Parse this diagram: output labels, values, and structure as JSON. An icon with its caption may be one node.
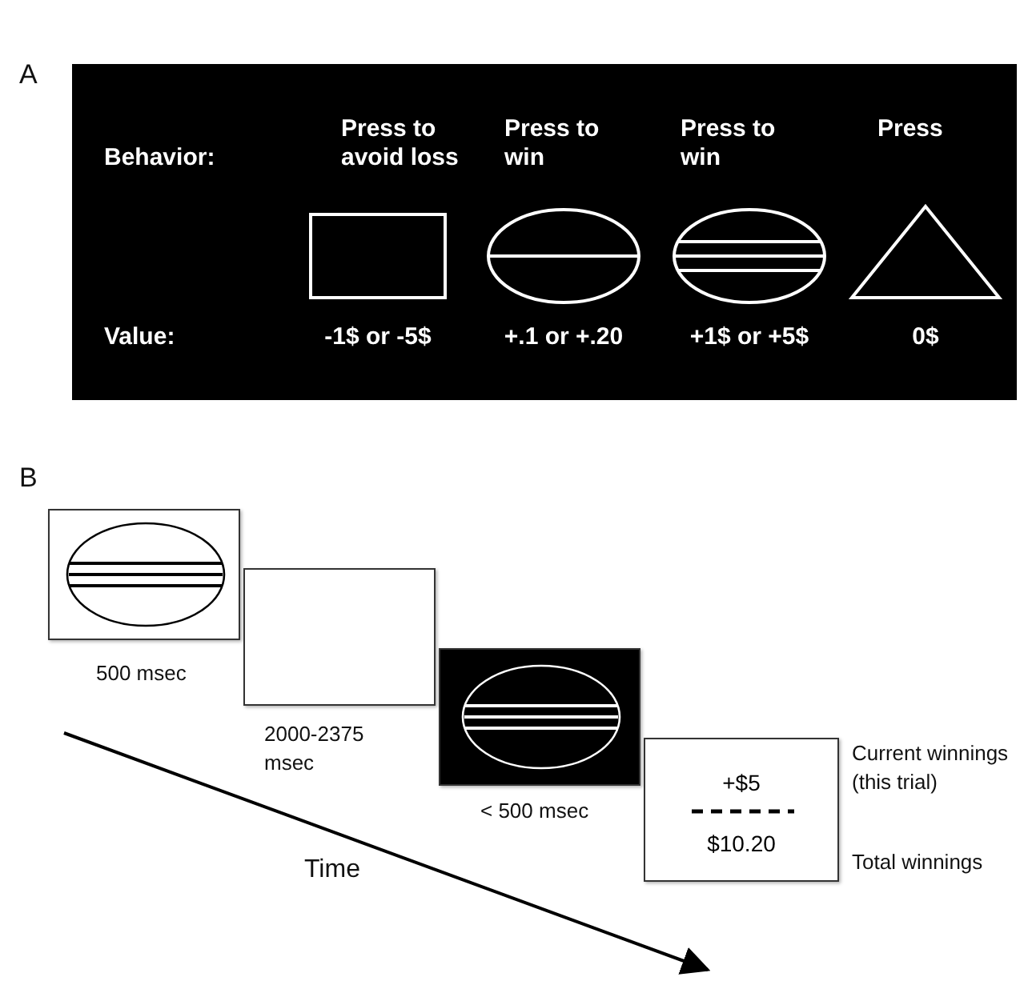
{
  "diagram": {
    "nodes": [
      {
        "text": [],
        "shape": "picture",
        "beside": [
          "500 msec"
        ]
      },
      {
        "text": [],
        "shape": "box",
        "beside": [
          "2000-2375 msec"
        ]
      },
      {
        "text": [],
        "shape": "picture",
        "beside": [
          "< 500 msec"
        ]
      },
      {
        "text": [
          "+$5",
          "$10.20"
        ],
        "beside": [
          "Current winnings (this trial)",
          "Total winnings"
        ]
      }
    ],
    "edges": [],
    "labels": [
      "A",
      "Behavior:",
      "Press to avoid loss",
      "Press to win",
      "Press to win",
      "Press",
      "Value:",
      "-1$ or -5$",
      "+.1 or +.20",
      "+1$ or +5$",
      "0$",
      "B",
      "Time"
    ]
  }
}
